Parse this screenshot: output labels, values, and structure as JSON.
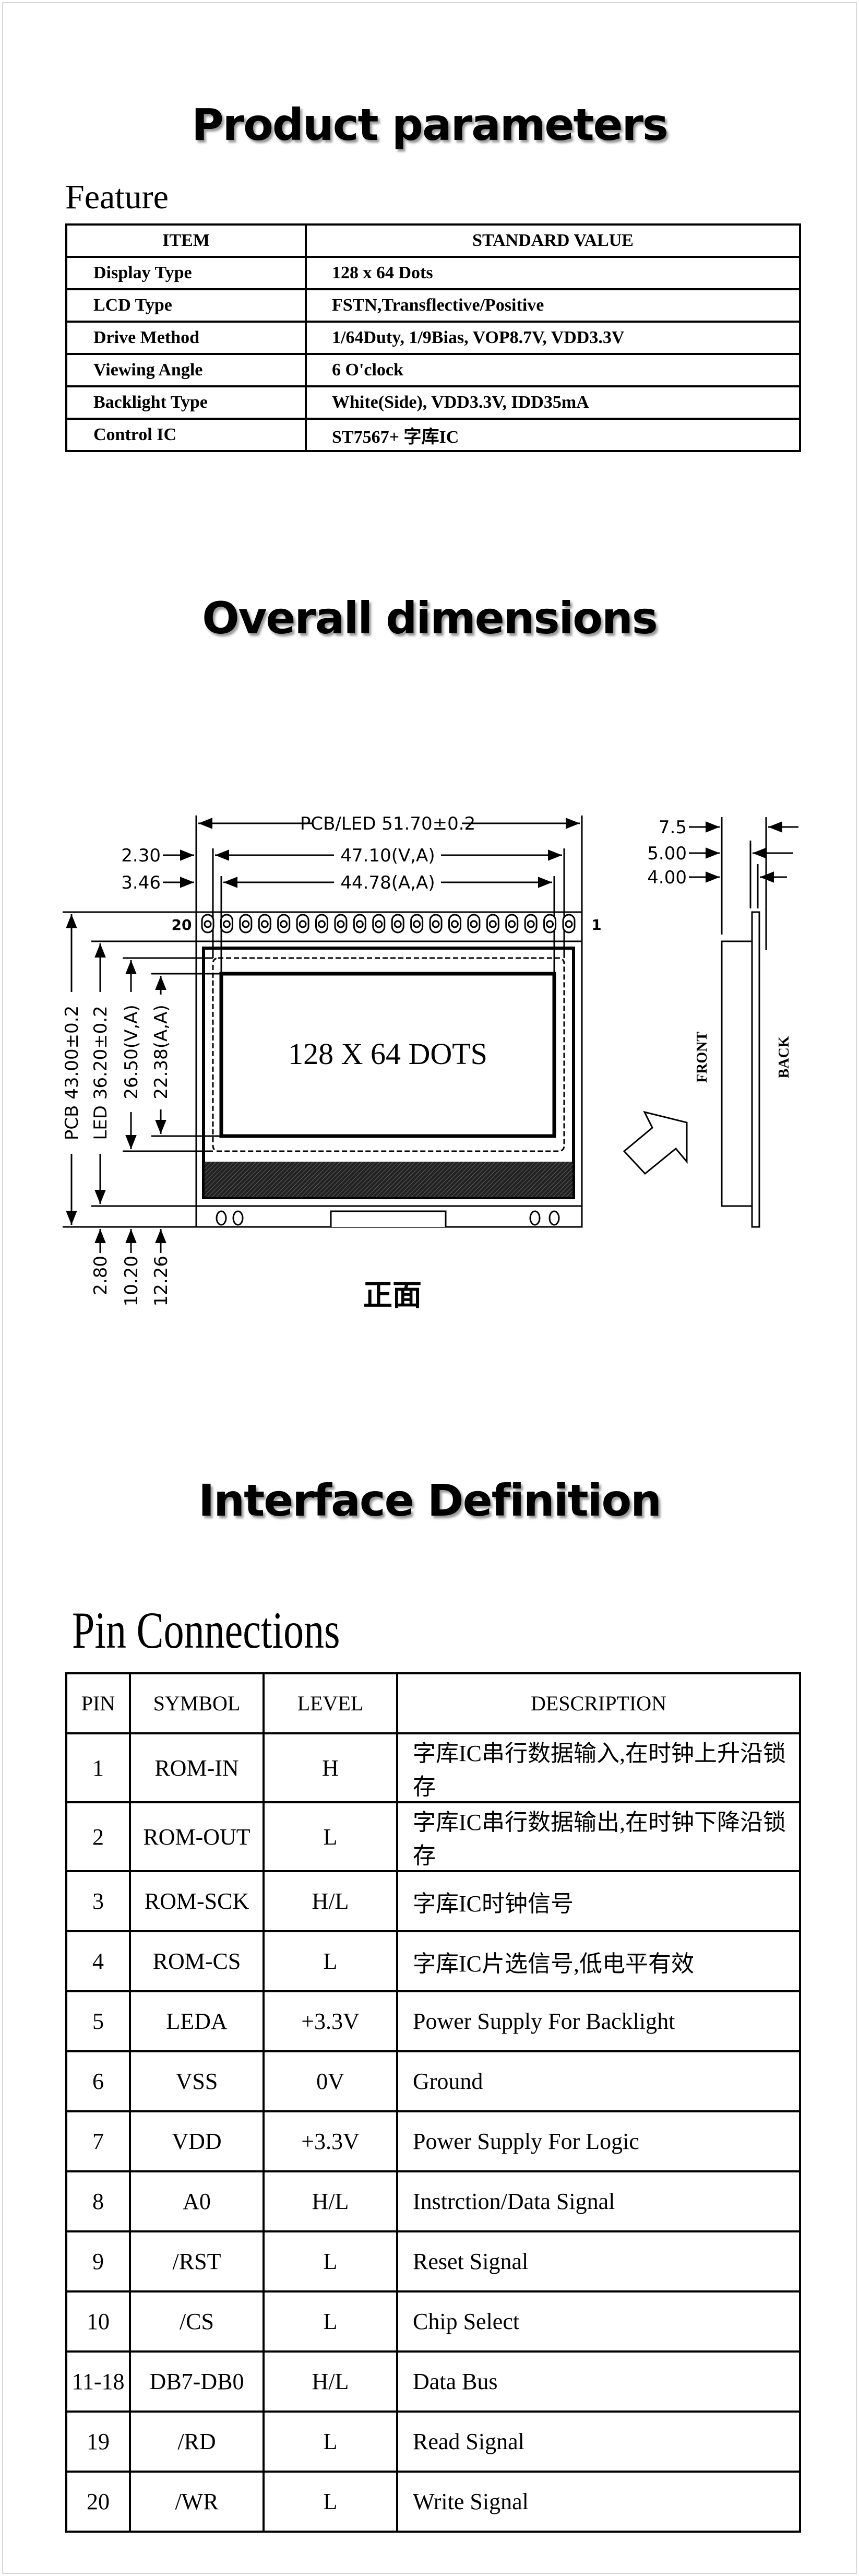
{
  "sections": {
    "product_parameters": "Product parameters",
    "overall_dimensions": "Overall dimensions",
    "interface_definition": "Interface Definition"
  },
  "feature": {
    "title": "Feature",
    "headers": [
      "ITEM",
      "STANDARD VALUE"
    ],
    "rows": [
      {
        "item": "Display Type",
        "value": "128 x 64 Dots"
      },
      {
        "item": "LCD Type",
        "value": "FSTN,Transflective/Positive"
      },
      {
        "item": "Drive Method",
        "value": "1/64Duty, 1/9Bias, VOP8.7V, VDD3.3V"
      },
      {
        "item": "Viewing Angle",
        "value": "6 O'clock"
      },
      {
        "item": "Backlight Type",
        "value": "White(Side), VDD3.3V, IDD35mA"
      },
      {
        "item": "Control IC",
        "value": "ST7567+ 字库IC"
      }
    ]
  },
  "drawing": {
    "pcb_led_width": "PCB/LED 51.70±0.2",
    "va_width": "47.10(V,A)",
    "aa_width": "44.78(A,A)",
    "left_offset_va": "2.30",
    "left_offset_aa": "3.46",
    "pcb_height": "PCB 43.00±0.2",
    "led_height": "LED 36.20±0.2",
    "va_height": "26.50(V,A)",
    "aa_height": "22.38(A,A)",
    "bottom_offsets": [
      "2.80",
      "10.20",
      "12.26"
    ],
    "pin_first": "20",
    "pin_last": "1",
    "display_text": "128 X 64 DOTS",
    "thickness": [
      "7.5",
      "5.00",
      "4.00"
    ],
    "front": "FRONT",
    "back": "BACK",
    "caption": "正面"
  },
  "pins": {
    "title": "Pin Connections",
    "headers": [
      "PIN",
      "SYMBOL",
      "LEVEL",
      "DESCRIPTION"
    ],
    "rows": [
      {
        "pin": "1",
        "symbol": "ROM-IN",
        "level": "H",
        "desc": "字库IC串行数据输入,在时钟上升沿锁存"
      },
      {
        "pin": "2",
        "symbol": "ROM-OUT",
        "level": "L",
        "desc": "字库IC串行数据输出,在时钟下降沿锁存"
      },
      {
        "pin": "3",
        "symbol": "ROM-SCK",
        "level": "H/L",
        "desc": "字库IC时钟信号"
      },
      {
        "pin": "4",
        "symbol": "ROM-CS",
        "level": "L",
        "desc": "字库IC片选信号,低电平有效"
      },
      {
        "pin": "5",
        "symbol": "LEDA",
        "level": "+3.3V",
        "desc": "Power Supply For Backlight"
      },
      {
        "pin": "6",
        "symbol": "VSS",
        "level": "0V",
        "desc": "Ground"
      },
      {
        "pin": "7",
        "symbol": "VDD",
        "level": "+3.3V",
        "desc": "Power Supply For Logic"
      },
      {
        "pin": "8",
        "symbol": "A0",
        "level": "H/L",
        "desc": "Instrction/Data Signal"
      },
      {
        "pin": "9",
        "symbol": "/RST",
        "level": "L",
        "desc": "Reset Signal"
      },
      {
        "pin": "10",
        "symbol": "/CS",
        "level": "L",
        "desc": "Chip Select"
      },
      {
        "pin": "11-18",
        "symbol": "DB7-DB0",
        "level": "H/L",
        "desc": "Data Bus"
      },
      {
        "pin": "19",
        "symbol": "/RD",
        "level": "L",
        "desc": "Read Signal"
      },
      {
        "pin": "20",
        "symbol": "/WR",
        "level": "L",
        "desc": "Write Signal"
      }
    ]
  }
}
